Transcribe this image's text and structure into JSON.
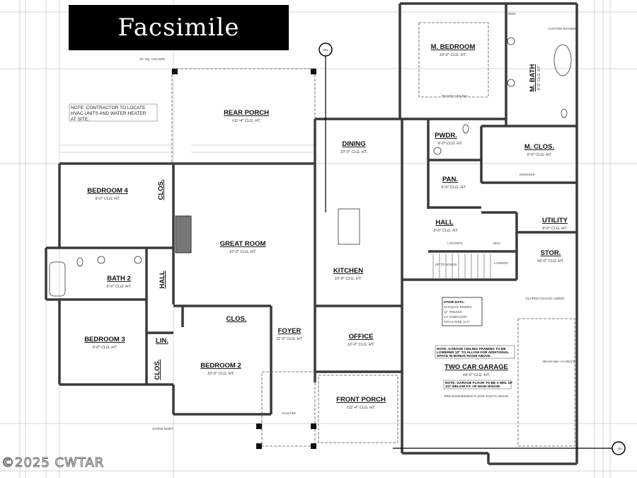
{
  "header": {
    "banner": "Facsimile"
  },
  "watermark": "©2025 CWTAR",
  "markers": {
    "top": "801",
    "right": "401"
  },
  "rooms": {
    "rear_porch": {
      "name": "REAR PORCH",
      "clg": "±11'-4\" CLG. HT."
    },
    "bedroom4": {
      "name": "BEDROOM 4",
      "clg": "9'-0\" CLG. HT."
    },
    "great_room": {
      "name": "GREAT ROOM",
      "clg": "10'-0\" CLG. HT."
    },
    "bath2": {
      "name": "BATH 2",
      "clg": "9'-0\" CLG. HT."
    },
    "bedroom3": {
      "name": "BEDROOM 3",
      "clg": "9'-0\" CLG. HT."
    },
    "bedroom2": {
      "name": "BEDROOM 2",
      "clg": "10'-0\" CLG. HT."
    },
    "foyer": {
      "name": "FOYER",
      "clg": "11'-0\" CLG. HT."
    },
    "office": {
      "name": "OFFICE",
      "clg": "10'-0\" CLG. HT."
    },
    "front_porch": {
      "name": "FRONT PORCH",
      "clg": "±11'-4\" CLG. HT."
    },
    "dining": {
      "name": "DINING",
      "clg": "10'-0\" CLG. HT."
    },
    "kitchen": {
      "name": "KITCHEN",
      "clg": "10'-0\" CLG. HT."
    },
    "m_bedroom": {
      "name": "M. BEDROOM",
      "clg": "10'-0\" CLG. HT.",
      "extra": "TRAYED CEILING"
    },
    "m_bath": {
      "name": "M. BATH",
      "clg": "9'-0\" CLG. HT."
    },
    "pwdr": {
      "name": "PWDR.",
      "clg": "9'-0\" CLG. HT."
    },
    "m_clos": {
      "name": "M. CLOS.",
      "clg": "9'-0\" CLG. HT."
    },
    "pan": {
      "name": "PAN.",
      "clg": "9'-0\" CLG. HT."
    },
    "hall_right": {
      "name": "HALL",
      "clg": "9'-0\" CLG. HT."
    },
    "utility": {
      "name": "UTILITY",
      "clg": "9'-0\" CLG. HT."
    },
    "stor": {
      "name": "STOR.",
      "clg": "±9'-0\" CLG. HT."
    },
    "garage": {
      "name": "TWO CAR GARAGE",
      "clg": "±9'-0\" CLG. HT."
    },
    "hall_left": {
      "name": "HALL"
    },
    "clos_bed4": {
      "name": "CLOS."
    },
    "clos_bed2": {
      "name": "CLOS."
    },
    "lin": {
      "name": "LIN."
    },
    "clos_bed3": {
      "name": "CLOS."
    }
  },
  "labels": {
    "hvac_note": [
      "NOTE: CONTRACTOR TO LOCATE",
      "HVAC UNITS AND WATER HEATER",
      "AT SITE."
    ],
    "stair_data": [
      "STAIR DATA:",
      "15 EQUAL RISERS",
      "11\" TREADS",
      "14\" SUBFLOOR",
      "TOTAL RISE 11'2\""
    ],
    "garage_note1": [
      "NOTE: GARAGE CEILING FRAMING TO BE",
      "LOWERED 12\" TO ALLOW FOR ADDITIONAL",
      "SPACE IN BONUS ROOM ABOVE."
    ],
    "garage_note2": [
      "NOTE: GARAGE FLOOR TO BE A MIN. OF",
      "1/2\" BELOW F.F. OF MAIN HOUSE."
    ],
    "floor_joists": "PRE-ENGINEERED FLOOR JOISTS ABOVE",
    "beam_garage": "BEAM ABV. AS REQ'D",
    "dresser": "DRESSER",
    "custom_shower": "CUSTOM SHOWER",
    "linen": "LINEN",
    "landing": "LANDING",
    "up_to_bonus": "UP TO BONUS",
    "lockers": "LOCKERS",
    "bench": "BNH",
    "vaulted": "VAULTED",
    "stone_skirt": "STONE SKIRT",
    "sloped_ceiling": "SLOPED CEILING UNDER",
    "column": "10\" SQ. COLUMN"
  },
  "colors": {
    "wall": "#3a3a3a",
    "line": "#555555",
    "banner_bg": "#000000"
  }
}
